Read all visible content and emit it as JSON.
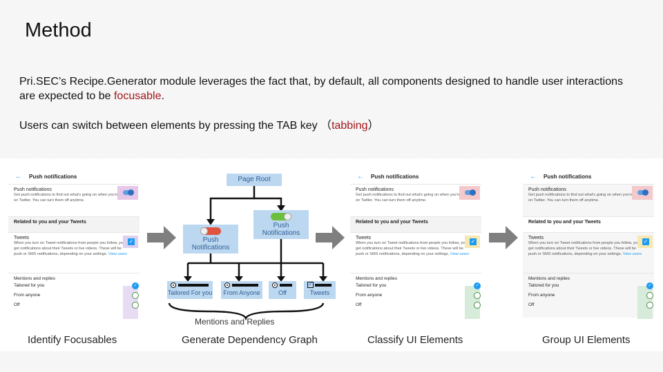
{
  "slide": {
    "title": "Method",
    "para1_pre": "Pri.SEC’s Recipe.Generator module leverages the fact that, by default, all components designed to handle user interactions are expected to be ",
    "para1_hl": "focusable",
    "para1_post": ".",
    "para2_pre": "Users can switch between elements by pressing the TAB key （",
    "para2_hl": "tabbing",
    "para2_post": "）"
  },
  "panel": {
    "back": "←",
    "title": "Push notifications",
    "push_header": "Push notifications",
    "push_desc1": "Get push notifications to find out what's going on when you're not",
    "push_desc2": "on Twitter. You can turn them off anytime.",
    "related_header": "Related to you and your Tweets",
    "tweets_header": "Tweets",
    "tweets_desc1": "When you turn on Tweet notifications from people you follow, you'll",
    "tweets_desc2": "get notifications about their Tweets or live videos. These will be",
    "tweets_desc3": "push or SMS notifications, depending on your settings.",
    "view_users": "View users",
    "mentions_header": "Mentions and replies",
    "opt1": "Tailored for you",
    "opt2": "From anyone",
    "opt3": "Off"
  },
  "graph": {
    "root": "Page Root",
    "push_a_1": "Push",
    "push_a_2": "Notifications",
    "push_b_1": "Push",
    "push_b_2": "Notifications",
    "leaf1": "Tailored For you",
    "leaf2": "From Anyone",
    "leaf3": "Off",
    "leaf4": "Tweets",
    "brace_label": "Mentions and Replies"
  },
  "captions": {
    "c1": "Identify Focusables",
    "c2": "Generate Dependency Graph",
    "c3": "Classify UI Elements",
    "c4": "Group UI Elements"
  },
  "colors": {
    "highlight_red": "#a3161b",
    "node_fill": "#bcd7f0",
    "node_text": "#2f5f96",
    "arrow": "#7f7f7f"
  }
}
